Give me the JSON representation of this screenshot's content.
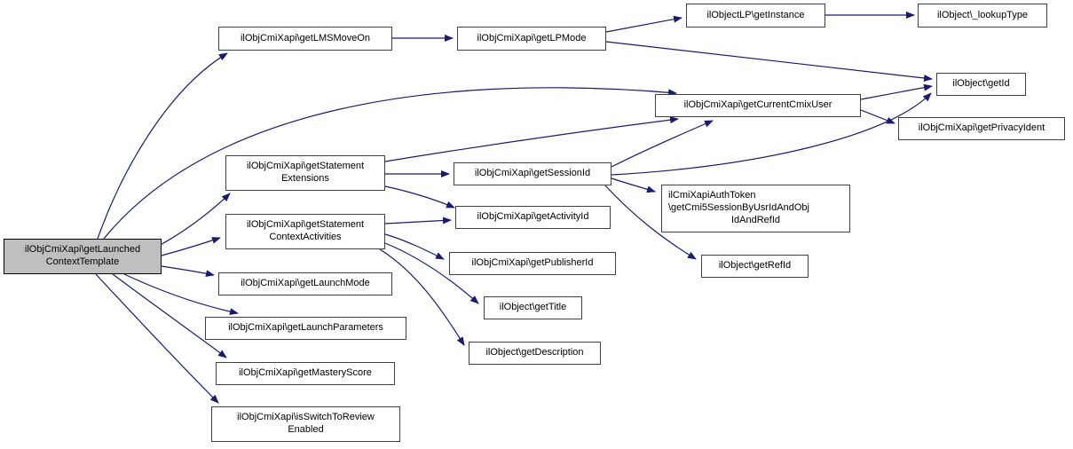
{
  "colors": {
    "edge": "#1a1a70",
    "node_border": "#404040",
    "node_fill": "#ffffff",
    "root_fill": "#bfbfbf",
    "text": "#000000",
    "background": "#ffffff"
  },
  "nodes": {
    "getLaunchedContextTemplate": {
      "lines": [
        "ilObjCmiXapi\\getLaunched",
        "ContextTemplate"
      ]
    },
    "getLMSMoveOn": {
      "label": "ilObjCmiXapi\\getLMSMoveOn"
    },
    "getLPMode": {
      "label": "ilObjCmiXapi\\getLPMode"
    },
    "getInstance": {
      "label": "ilObjectLP\\getInstance"
    },
    "lookupType": {
      "label": "ilObject\\_lookupType"
    },
    "getId": {
      "label": "ilObject\\getId"
    },
    "getCurrentCmixUser": {
      "label": "ilObjCmiXapi\\getCurrentCmixUser"
    },
    "getPrivacyIdent": {
      "label": "ilObjCmiXapi\\getPrivacyIdent"
    },
    "getStatementExtensions": {
      "lines": [
        "ilObjCmiXapi\\getStatement",
        "Extensions"
      ]
    },
    "getSessionId": {
      "label": "ilObjCmiXapi\\getSessionId"
    },
    "getCmi5Session": {
      "lines": [
        "ilCmiXapiAuthToken",
        "\\getCmi5SessionByUsrIdAndObj",
        "IdAndRefId"
      ]
    },
    "getRefId": {
      "label": "ilObject\\getRefId"
    },
    "getStatementContextActivities": {
      "lines": [
        "ilObjCmiXapi\\getStatement",
        "ContextActivities"
      ]
    },
    "getActivityId": {
      "label": "ilObjCmiXapi\\getActivityId"
    },
    "getPublisherId": {
      "label": "ilObjCmiXapi\\getPublisherId"
    },
    "getTitle": {
      "label": "ilObject\\getTitle"
    },
    "getDescription": {
      "label": "ilObject\\getDescription"
    },
    "getLaunchMode": {
      "label": "ilObjCmiXapi\\getLaunchMode"
    },
    "getLaunchParameters": {
      "label": "ilObjCmiXapi\\getLaunchParameters"
    },
    "getMasteryScore": {
      "label": "ilObjCmiXapi\\getMasteryScore"
    },
    "isSwitchToReviewEnabled": {
      "lines": [
        "ilObjCmiXapi\\isSwitchToReview",
        "Enabled"
      ]
    }
  },
  "edges": [
    [
      "getLaunchedContextTemplate",
      "getLMSMoveOn"
    ],
    [
      "getLaunchedContextTemplate",
      "getCurrentCmixUser"
    ],
    [
      "getLaunchedContextTemplate",
      "getStatementExtensions"
    ],
    [
      "getLaunchedContextTemplate",
      "getStatementContextActivities"
    ],
    [
      "getLaunchedContextTemplate",
      "getLaunchMode"
    ],
    [
      "getLaunchedContextTemplate",
      "getLaunchParameters"
    ],
    [
      "getLaunchedContextTemplate",
      "getMasteryScore"
    ],
    [
      "getLaunchedContextTemplate",
      "isSwitchToReviewEnabled"
    ],
    [
      "getLMSMoveOn",
      "getLPMode"
    ],
    [
      "getLPMode",
      "getInstance"
    ],
    [
      "getLPMode",
      "getId"
    ],
    [
      "getInstance",
      "lookupType"
    ],
    [
      "getCurrentCmixUser",
      "getId"
    ],
    [
      "getCurrentCmixUser",
      "getPrivacyIdent"
    ],
    [
      "getStatementExtensions",
      "getCurrentCmixUser"
    ],
    [
      "getStatementExtensions",
      "getSessionId"
    ],
    [
      "getStatementExtensions",
      "getActivityId"
    ],
    [
      "getSessionId",
      "getCurrentCmixUser"
    ],
    [
      "getSessionId",
      "getId"
    ],
    [
      "getSessionId",
      "getCmi5Session"
    ],
    [
      "getSessionId",
      "getRefId"
    ],
    [
      "getStatementContextActivities",
      "getActivityId"
    ],
    [
      "getStatementContextActivities",
      "getPublisherId"
    ],
    [
      "getStatementContextActivities",
      "getTitle"
    ],
    [
      "getStatementContextActivities",
      "getDescription"
    ]
  ]
}
